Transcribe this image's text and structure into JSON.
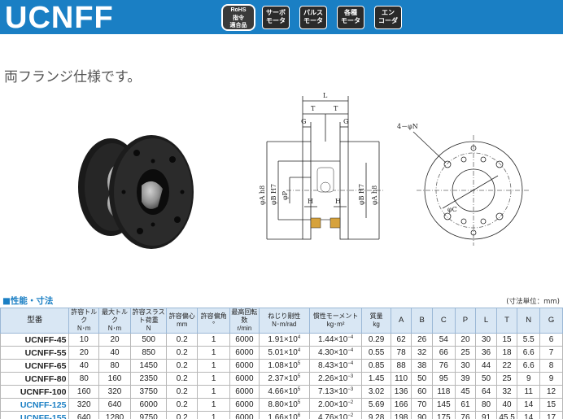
{
  "header": {
    "title": "UCNFF",
    "rohs": [
      "RoHS",
      "指令",
      "適合品"
    ],
    "badges": [
      {
        "line1": "サーボ",
        "line2": "モータ"
      },
      {
        "line1": "パルス",
        "line2": "モータ"
      },
      {
        "line1": "各種",
        "line2": "モータ"
      },
      {
        "line1": "エン",
        "line2": "コーダ"
      }
    ],
    "color": "#1a7fc4"
  },
  "subtitle": "両フランジ仕様です。",
  "drawing": {
    "L": "L",
    "T": "T",
    "G": "G",
    "H": "H",
    "N": "4－φN",
    "A": "φA h8",
    "B": "φB H7",
    "P": "φP",
    "C": "φC"
  },
  "section": {
    "label": "■性能・寸法",
    "unit_note": "(寸法単位：mm)"
  },
  "table": {
    "headers": [
      {
        "label": "型番",
        "unit": ""
      },
      {
        "label": "許容トルク",
        "unit": "N･m"
      },
      {
        "label": "最大トルク",
        "unit": "N･m"
      },
      {
        "label": "許容スラスト荷重",
        "unit": "N"
      },
      {
        "label": "許容偏心",
        "unit": "mm"
      },
      {
        "label": "許容偏角",
        "unit": "°"
      },
      {
        "label": "最高回転数",
        "unit": "r/min"
      },
      {
        "label": "ねじり剛性",
        "unit": "N･m/rad"
      },
      {
        "label": "慣性モーメント",
        "unit": "kg･m²"
      },
      {
        "label": "質量",
        "unit": "kg"
      },
      {
        "label": "A",
        "unit": ""
      },
      {
        "label": "B",
        "unit": ""
      },
      {
        "label": "C",
        "unit": ""
      },
      {
        "label": "P",
        "unit": ""
      },
      {
        "label": "L",
        "unit": ""
      },
      {
        "label": "T",
        "unit": ""
      },
      {
        "label": "N",
        "unit": ""
      },
      {
        "label": "G",
        "unit": ""
      }
    ],
    "rows": [
      {
        "model": "UCNFF-45",
        "blue": false,
        "tq": "10",
        "max": "20",
        "thrust": "500",
        "ecc": "0.2",
        "ang": "1",
        "rpm": "6000",
        "stiff_m": "1.91×10",
        "stiff_e": "4",
        "inert_m": "1.44×10",
        "inert_e": "−4",
        "mass": "0.29",
        "A": "62",
        "B": "26",
        "C": "54",
        "P": "20",
        "L": "30",
        "T": "15",
        "N": "5.5",
        "G": "6"
      },
      {
        "model": "UCNFF-55",
        "blue": false,
        "tq": "20",
        "max": "40",
        "thrust": "850",
        "ecc": "0.2",
        "ang": "1",
        "rpm": "6000",
        "stiff_m": "5.01×10",
        "stiff_e": "4",
        "inert_m": "4.30×10",
        "inert_e": "−4",
        "mass": "0.55",
        "A": "78",
        "B": "32",
        "C": "66",
        "P": "25",
        "L": "36",
        "T": "18",
        "N": "6.6",
        "G": "7"
      },
      {
        "model": "UCNFF-65",
        "blue": false,
        "tq": "40",
        "max": "80",
        "thrust": "1450",
        "ecc": "0.2",
        "ang": "1",
        "rpm": "6000",
        "stiff_m": "1.08×10",
        "stiff_e": "5",
        "inert_m": "8.43×10",
        "inert_e": "−4",
        "mass": "0.85",
        "A": "88",
        "B": "38",
        "C": "76",
        "P": "30",
        "L": "44",
        "T": "22",
        "N": "6.6",
        "G": "8"
      },
      {
        "model": "UCNFF-80",
        "blue": false,
        "tq": "80",
        "max": "160",
        "thrust": "2350",
        "ecc": "0.2",
        "ang": "1",
        "rpm": "6000",
        "stiff_m": "2.37×10",
        "stiff_e": "5",
        "inert_m": "2.26×10",
        "inert_e": "−3",
        "mass": "1.45",
        "A": "110",
        "B": "50",
        "C": "95",
        "P": "39",
        "L": "50",
        "T": "25",
        "N": "9",
        "G": "9"
      },
      {
        "model": "UCNFF-100",
        "blue": false,
        "tq": "160",
        "max": "320",
        "thrust": "3750",
        "ecc": "0.2",
        "ang": "1",
        "rpm": "6000",
        "stiff_m": "4.66×10",
        "stiff_e": "5",
        "inert_m": "7.13×10",
        "inert_e": "−3",
        "mass": "3.02",
        "A": "136",
        "B": "60",
        "C": "118",
        "P": "45",
        "L": "64",
        "T": "32",
        "N": "11",
        "G": "12"
      },
      {
        "model": "UCNFF-125",
        "blue": true,
        "tq": "320",
        "max": "640",
        "thrust": "6000",
        "ecc": "0.2",
        "ang": "1",
        "rpm": "6000",
        "stiff_m": "8.80×10",
        "stiff_e": "5",
        "inert_m": "2.00×10",
        "inert_e": "−2",
        "mass": "5.69",
        "A": "166",
        "B": "70",
        "C": "145",
        "P": "61",
        "L": "80",
        "T": "40",
        "N": "14",
        "G": "15"
      },
      {
        "model": "UCNFF-155",
        "blue": true,
        "tq": "640",
        "max": "1280",
        "thrust": "9750",
        "ecc": "0.2",
        "ang": "1",
        "rpm": "6000",
        "stiff_m": "1.66×10",
        "stiff_e": "6",
        "inert_m": "4.76×10",
        "inert_e": "−2",
        "mass": "9.28",
        "A": "198",
        "B": "90",
        "C": "175",
        "P": "76",
        "L": "91",
        "T": "45.5",
        "N": "14",
        "G": "17"
      }
    ]
  }
}
